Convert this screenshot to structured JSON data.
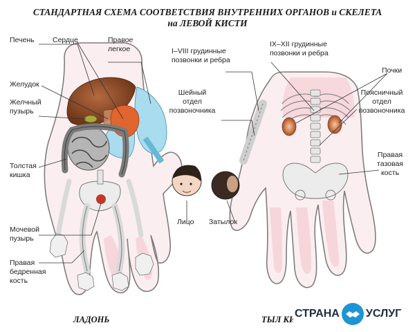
{
  "title": {
    "line1": "СТАНДАРТНАЯ СХЕМА СООТВЕТСТВИЯ ВНУТРЕННИХ ОРГАНОВ и СКЕЛЕТА",
    "line2": "на ЛЕВОЙ КИСТИ"
  },
  "palm_labels": {
    "liver": "Печень",
    "heart": "Сердце",
    "right_lung": "Правое\nлегкое",
    "stomach": "Желудок",
    "gallbladder": "Желчный\nпузырь",
    "colon": "Толстая\nкишка",
    "bladder": "Мочевой\nпузырь",
    "femur": "Правая\nбедренная\nкость",
    "face": "Лицо"
  },
  "back_labels": {
    "thoracic_1_8": "I–VIII грудинные\nпозвонки и ребра",
    "thoracic_9_12": "IX–XII грудинные\nпозвонки и ребра",
    "cervical": "Шейный\nотдел\nпозвоночника",
    "kidneys": "Почки",
    "lumbar": "Поясничный\nотдел\nпозвоночника",
    "pelvic": "Правая\nтазовая\nкость",
    "occiput": "Затылок"
  },
  "captions": {
    "palm": "ЛАДОНЬ",
    "back": "ТЫЛ КИСТИ"
  },
  "watermark": {
    "word1": "СТРАНА",
    "word2": "УСЛУГ"
  },
  "colors": {
    "skin_fill": "#fbeef0",
    "skin_outline": "#7d7d7d",
    "liver": "#8b4a2a",
    "heart": "#e0652e",
    "lung": "#a9dcef",
    "bone": "#e6e6e6",
    "intestine": "#9a9a9a",
    "kidney": "#c86a3a",
    "leader_line": "#333333",
    "logo_blue": "#1d95d4"
  }
}
